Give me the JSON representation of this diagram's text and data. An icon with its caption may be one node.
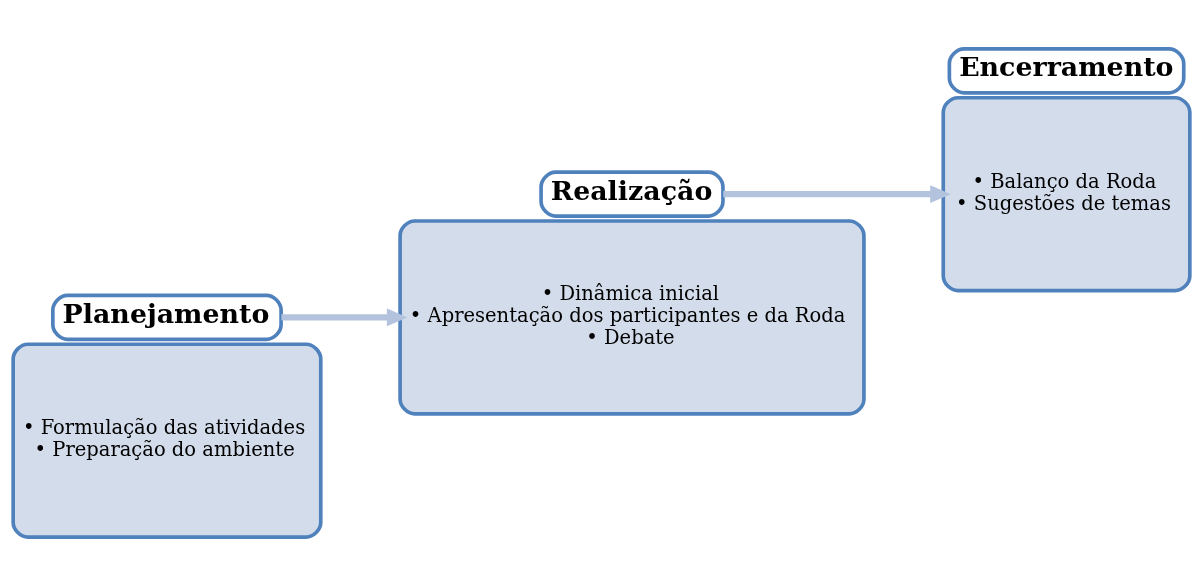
{
  "diagram": {
    "nodes": [
      {
        "text": [
          "• Formulação das atividades",
          "• Preparação do ambiente"
        ]
      },
      {
        "text": [
          "Planejamento"
        ]
      },
      {
        "text": [
          "• Dinâmica inicial",
          "• Apresentação dos participantes e da Roda",
          "• Debate"
        ]
      },
      {
        "text": [
          "Realização"
        ]
      },
      {
        "text": [
          "• Balanço da Roda",
          "• Sugestões de temas"
        ]
      },
      {
        "text": [
          "Encerramento"
        ]
      }
    ],
    "edges": [
      {
        "from": 1,
        "to": 2,
        "arrow": "to"
      },
      {
        "from": 3,
        "to": 4,
        "arrow": "to"
      }
    ]
  }
}
